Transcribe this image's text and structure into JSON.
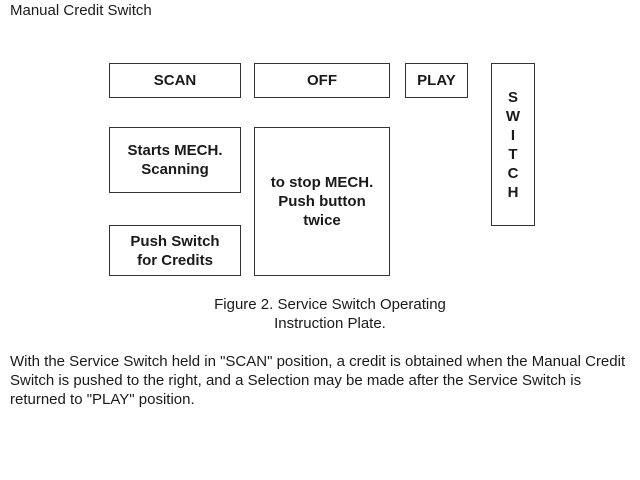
{
  "top_text": "Manual Credit Switch",
  "plate": {
    "scan": "SCAN",
    "off": "OFF",
    "play": "PLAY",
    "switch_letters": [
      "S",
      "W",
      "I",
      "T",
      "C",
      "H"
    ],
    "starts_mech": "Starts MECH. Scanning",
    "stop_mech": "to stop MECH. Push button twice",
    "push_switch": "Push Switch for Credits"
  },
  "caption": "Figure 2. Service Switch Operating Instruction Plate.",
  "paragraph": "With the Service Switch held in \"SCAN\" position, a credit is obtained when the Manual Credit Switch is pushed to the right, and a Selection may be made after the Service Switch is returned to \"PLAY\" position."
}
